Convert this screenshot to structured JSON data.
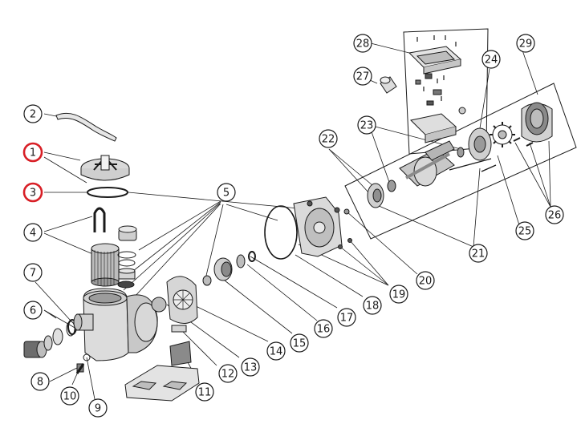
{
  "colors": {
    "line": "#1a1a1a",
    "part_fill": "#e6e6e6",
    "part_shade": "#b8b8b8",
    "highlight_ring": "#d81f26",
    "background": "#ffffff"
  },
  "callouts": [
    {
      "id": "1",
      "label": "1",
      "highlight": true
    },
    {
      "id": "2",
      "label": "2",
      "highlight": false
    },
    {
      "id": "3",
      "label": "3",
      "highlight": true
    },
    {
      "id": "4",
      "label": "4",
      "highlight": false
    },
    {
      "id": "5",
      "label": "5",
      "highlight": false
    },
    {
      "id": "6",
      "label": "6",
      "highlight": false
    },
    {
      "id": "7",
      "label": "7",
      "highlight": false
    },
    {
      "id": "8",
      "label": "8",
      "highlight": false
    },
    {
      "id": "9",
      "label": "9",
      "highlight": false
    },
    {
      "id": "10",
      "label": "10",
      "highlight": false
    },
    {
      "id": "11",
      "label": "11",
      "highlight": false
    },
    {
      "id": "12",
      "label": "12",
      "highlight": false
    },
    {
      "id": "13",
      "label": "13",
      "highlight": false
    },
    {
      "id": "14",
      "label": "14",
      "highlight": false
    },
    {
      "id": "15",
      "label": "15",
      "highlight": false
    },
    {
      "id": "16",
      "label": "16",
      "highlight": false
    },
    {
      "id": "17",
      "label": "17",
      "highlight": false
    },
    {
      "id": "18",
      "label": "18",
      "highlight": false
    },
    {
      "id": "19",
      "label": "19",
      "highlight": false
    },
    {
      "id": "20",
      "label": "20",
      "highlight": false
    },
    {
      "id": "21",
      "label": "21",
      "highlight": false
    },
    {
      "id": "22",
      "label": "22",
      "highlight": false
    },
    {
      "id": "23",
      "label": "23",
      "highlight": false
    },
    {
      "id": "24",
      "label": "24",
      "highlight": false
    },
    {
      "id": "25",
      "label": "25",
      "highlight": false
    },
    {
      "id": "26",
      "label": "26",
      "highlight": false
    },
    {
      "id": "27",
      "label": "27",
      "highlight": false
    },
    {
      "id": "28",
      "label": "28",
      "highlight": false
    },
    {
      "id": "29",
      "label": "29",
      "highlight": false
    }
  ]
}
